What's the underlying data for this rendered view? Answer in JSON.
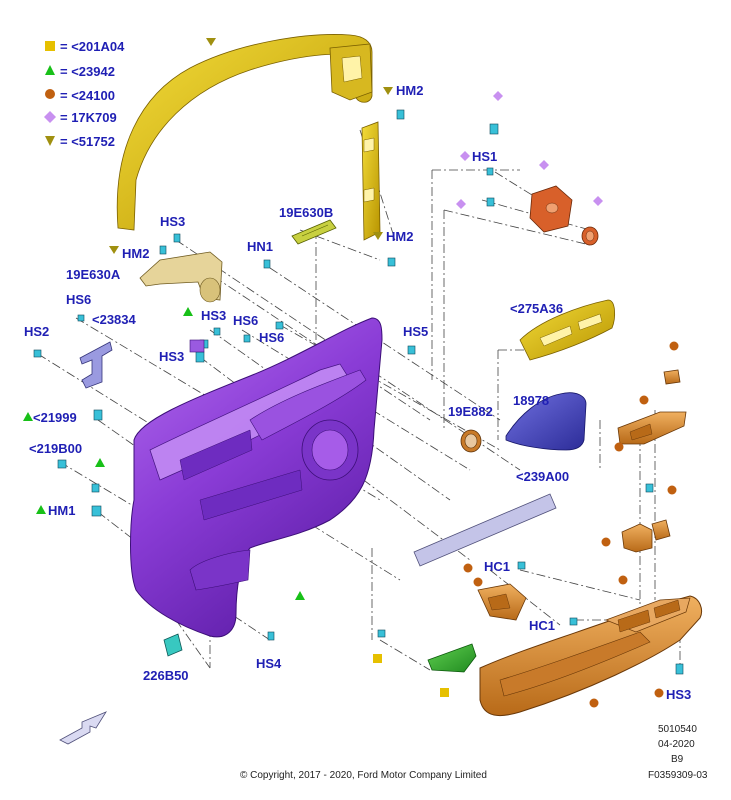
{
  "legend": [
    {
      "symbol": "square",
      "color": "#e6c000",
      "text": "= <201A04"
    },
    {
      "symbol": "triangle-up",
      "color": "#18c018",
      "text": "= <23942"
    },
    {
      "symbol": "circle",
      "color": "#c06010",
      "text": "= <24100"
    },
    {
      "symbol": "diamond",
      "color": "#c890f0",
      "text": "= 17K709"
    },
    {
      "symbol": "triangle-down",
      "color": "#a09010",
      "text": "= <51752"
    }
  ],
  "labels": {
    "hm2_top": "HM2",
    "hs1": "HS1",
    "hs3_top": "HS3",
    "e19e630b": "19E630B",
    "hm2_left": "HM2",
    "hn1": "HN1",
    "hm2_right": "HM2",
    "e19e630a": "19E630A",
    "hs6_left": "HS6",
    "e23834": "<23834",
    "e275a36": "<275A36",
    "hs2": "HS2",
    "hs3_mid": "HS3",
    "hs6_mid": "HS6",
    "hs6_right": "HS6",
    "hs5": "HS5",
    "hs3_low": "HS3",
    "e21999": "<21999",
    "e19e882": "19E882",
    "e18978": "18978",
    "e219b00": "<219B00",
    "e239a00": "<239A00",
    "hm1": "HM1",
    "hc1_top": "HC1",
    "hc1_low": "HC1",
    "hs4": "HS4",
    "e226b50": "226B50",
    "hs3_bottom": "HS3"
  },
  "footer": {
    "code1": "5010540",
    "date": "04-2020",
    "variant": "B9",
    "copyright": "© Copyright, 2017 - 2020, Ford Motor Company Limited",
    "figure_id": "F0359309-03"
  }
}
